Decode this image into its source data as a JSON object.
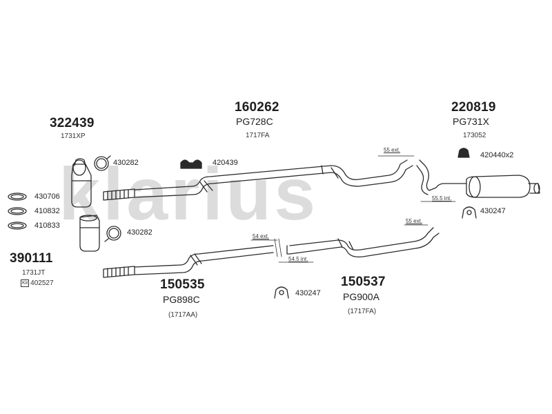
{
  "watermark": "klarius",
  "groups": [
    {
      "id": "g322439",
      "number": "322439",
      "code": "",
      "sub": "1731XP"
    },
    {
      "id": "g160262",
      "number": "160262",
      "code": "PG728C",
      "sub": "1717FA"
    },
    {
      "id": "g220819",
      "number": "220819",
      "code": "PG731X",
      "sub": "173052"
    },
    {
      "id": "g390111",
      "number": "390111",
      "code": "",
      "sub": "1731JT",
      "kit_badge": "Kit",
      "kit_number": "402527"
    },
    {
      "id": "g150535",
      "number": "150535",
      "code": "PG898C",
      "sub": "(1717AA)"
    },
    {
      "id": "g150537",
      "number": "150537",
      "code": "PG900A",
      "sub": "(1717FA)"
    }
  ],
  "parts": {
    "p430282a": "430282",
    "p420439": "420439",
    "p420440": "420440x2",
    "p430706": "430706",
    "p410832": "410832",
    "p410833": "410833",
    "p430282b": "430282",
    "p430247a": "430247",
    "p430247b": "430247"
  },
  "dimensions": {
    "d55ext_a": "55 ext.",
    "d55int": "55.5 int.",
    "d55ext_b": "55 ext.",
    "d54ext": "54 ext.",
    "d54int": "54.5 int."
  },
  "colors": {
    "line": "#2a2a2a",
    "watermark": "#dcdcdc",
    "text": "#1e1e1e"
  }
}
